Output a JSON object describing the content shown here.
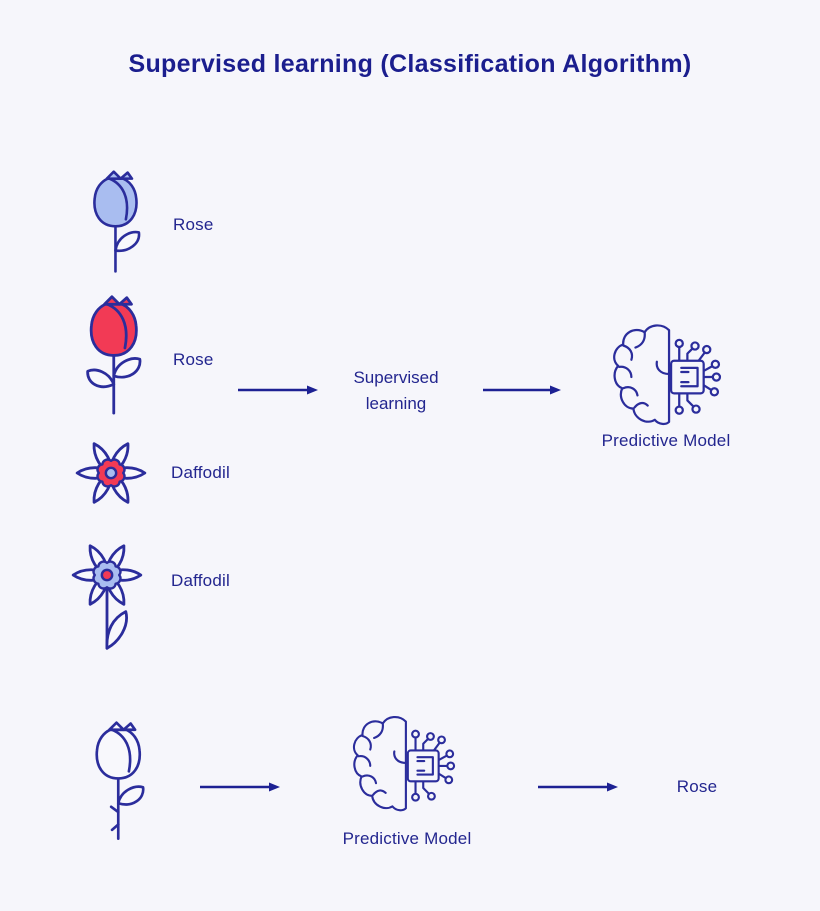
{
  "title": "Supervised learning (Classification Algorithm)",
  "colors": {
    "background": "#f6f6fb",
    "navy_outline": "#2b2d9c",
    "navy_text": "#23268f",
    "light_blue_fill": "#a9bdf0",
    "red_fill": "#f23a55"
  },
  "training": {
    "examples": [
      {
        "icon": "rose-blue-icon",
        "label": "Rose"
      },
      {
        "icon": "rose-red-icon",
        "label": "Rose"
      },
      {
        "icon": "daffodil-red-center-icon",
        "label": "Daffodil"
      },
      {
        "icon": "daffodil-blue-center-icon",
        "label": "Daffodil"
      }
    ],
    "process_label": "Supervised learning",
    "model_label": "Predictive Model"
  },
  "inference": {
    "input_icon": "rose-outline-icon",
    "model_label": "Predictive Model",
    "output_label": "Rose"
  }
}
